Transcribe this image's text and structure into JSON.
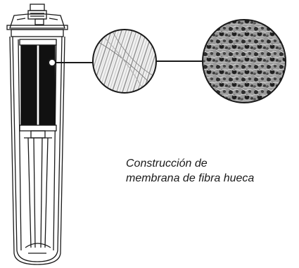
{
  "diagram": {
    "caption": {
      "line1": "Construcción de",
      "line2": "membrana de fibra hueca"
    },
    "parts": [
      {
        "name": "filter-cartridge",
        "description_shown": false
      },
      {
        "name": "fiber-closeup",
        "description_shown": false
      },
      {
        "name": "membrane-pore-closeup",
        "description_shown": false
      }
    ],
    "colors": {
      "outline": "#1a1a1a",
      "filter-core": "#111111",
      "background": "#ffffff"
    }
  }
}
